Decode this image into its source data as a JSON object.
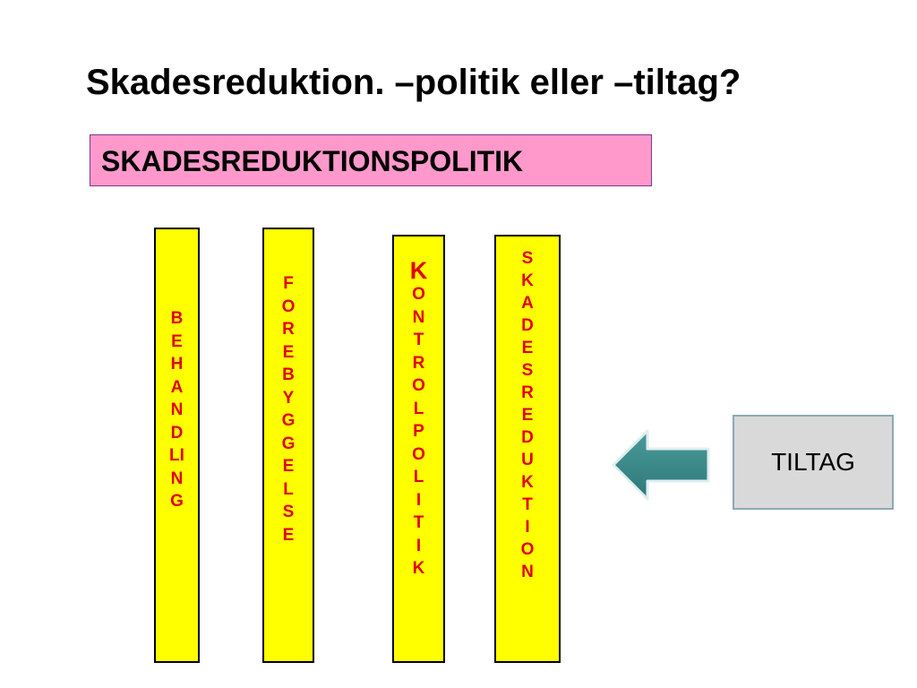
{
  "slide": {
    "title": "Skadesreduktion. –politik eller –tiltag?",
    "policy_label": "SKADESREDUKTIONSPOLITIK",
    "tiltag_label": "TILTAG"
  },
  "pillars": [
    {
      "id": "behandling",
      "letters": [
        "B",
        "E",
        "H",
        "A",
        "N",
        "D",
        "LI",
        "N",
        "G"
      ]
    },
    {
      "id": "forebyggelse",
      "letters": [
        "F",
        "O",
        "R",
        "E",
        "B",
        "Y",
        "G",
        "G",
        "E",
        "L",
        "S",
        "E"
      ]
    },
    {
      "id": "kontrolpolitik",
      "letters": [
        "K",
        "O",
        "N",
        "T",
        "R",
        "O",
        "L",
        "P",
        "O",
        "L",
        "I",
        "T",
        "I",
        "K"
      ]
    },
    {
      "id": "skadesreduktion",
      "letters": [
        "S",
        "K",
        "A",
        "D",
        "E",
        "S",
        "R",
        "E",
        "D",
        "U",
        "K",
        "T",
        "I",
        "O",
        "N"
      ]
    }
  ],
  "colors": {
    "pillar_fill": "#ffff00",
    "pillar_text": "#e00000",
    "policy_fill": "#ff99cc",
    "arrow_fill": "#3a8a8a",
    "tiltag_fill": "#d9d9d9"
  },
  "icons": {
    "arrow": "arrow-left-icon"
  }
}
